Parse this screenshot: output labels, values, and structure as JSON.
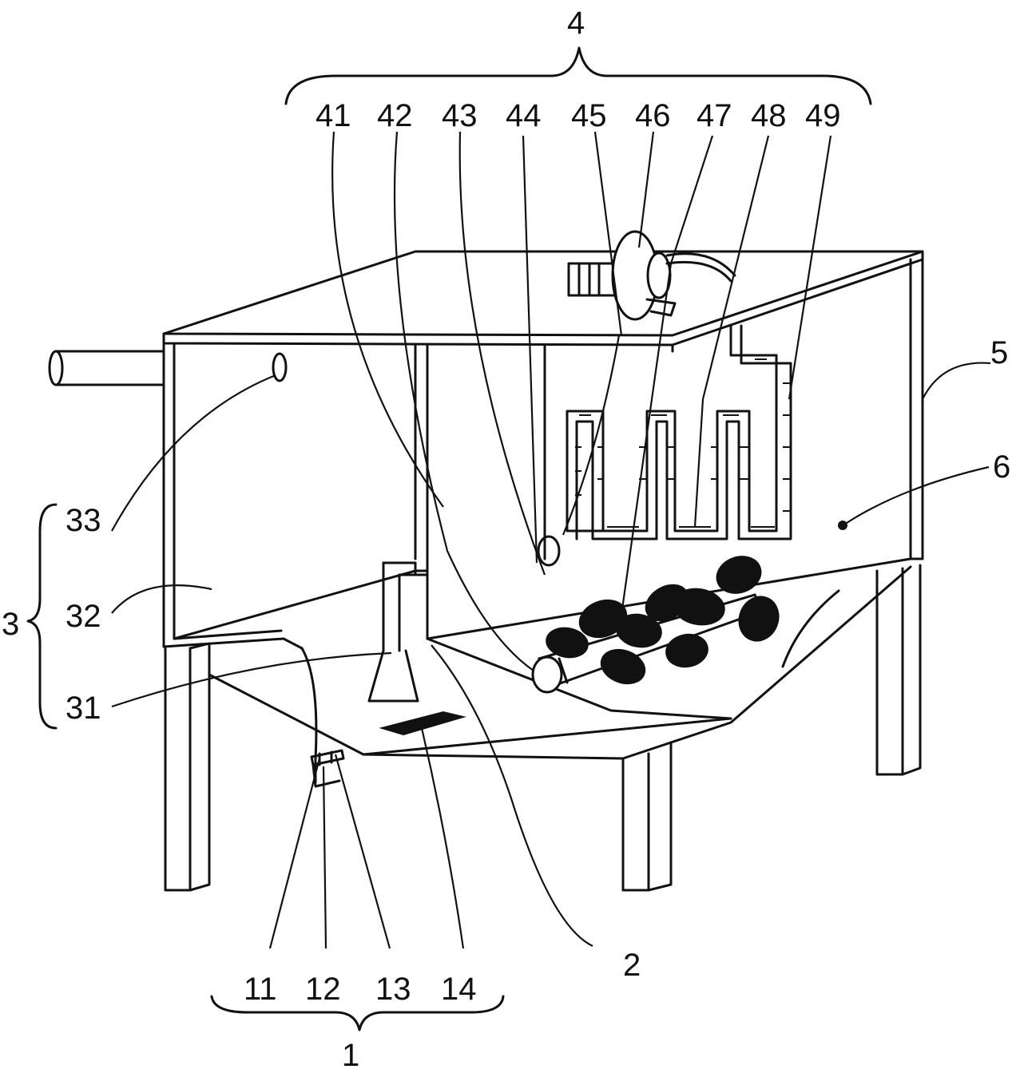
{
  "labels": {
    "n1": "1",
    "n2": "2",
    "n3": "3",
    "n4": "4",
    "n5": "5",
    "n6": "6",
    "n11": "11",
    "n12": "12",
    "n13": "13",
    "n14": "14",
    "n31": "31",
    "n32": "32",
    "n33": "33",
    "n41": "41",
    "n42": "42",
    "n43": "43",
    "n44": "44",
    "n45": "45",
    "n46": "46",
    "n47": "47",
    "n48": "48",
    "n49": "49"
  }
}
